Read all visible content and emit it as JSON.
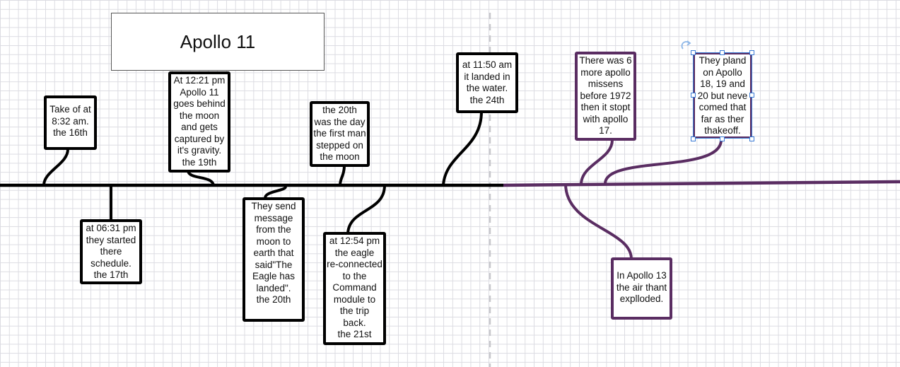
{
  "title": "Apollo 11",
  "colors": {
    "primary_line": "#000000",
    "secondary_line": "#5a2d62",
    "selection": "#3a7bd5"
  },
  "notes": [
    {
      "id": "n1",
      "text": "Take of at\n8:32 am.\nthe 16th"
    },
    {
      "id": "n2",
      "text": "at 06:31 pm\nthey started\nthere\nschedule.\nthe 17th"
    },
    {
      "id": "n3",
      "text": "At 12:21 pm\nApollo 11\ngoes behind\nthe moon\nand gets\ncaptured by\nit's gravity.\nthe 19th"
    },
    {
      "id": "n4",
      "text": "They send\nmessage\nfrom the\nmoon  to\nearth that\nsaid\"The\nEagle has\nlanded\".\nthe 20th"
    },
    {
      "id": "n5",
      "text": "the 20th\nwas the day\nthe first man\nstepped on\nthe moon"
    },
    {
      "id": "n6",
      "text": "at 12:54 pm\nthe eagle\nre-connected\nto the\nCommand\nmodule to\nthe trip\nback.\nthe 21st"
    },
    {
      "id": "n7",
      "text": "at 11:50 am\nit landed in\nthe water.\nthe 24th"
    },
    {
      "id": "n8",
      "text": "There was 6\nmore apollo\nmissens\nbefore 1972\nthen it stopt\nwith apollo\n17."
    },
    {
      "id": "n9",
      "text": "They pland\non Apollo\n18, 19 and\n20 but neve\ncomed that\nfar as ther\nthakeoff."
    },
    {
      "id": "n10",
      "text": "In Apollo 13\nthe air thant\nexplloded."
    }
  ]
}
